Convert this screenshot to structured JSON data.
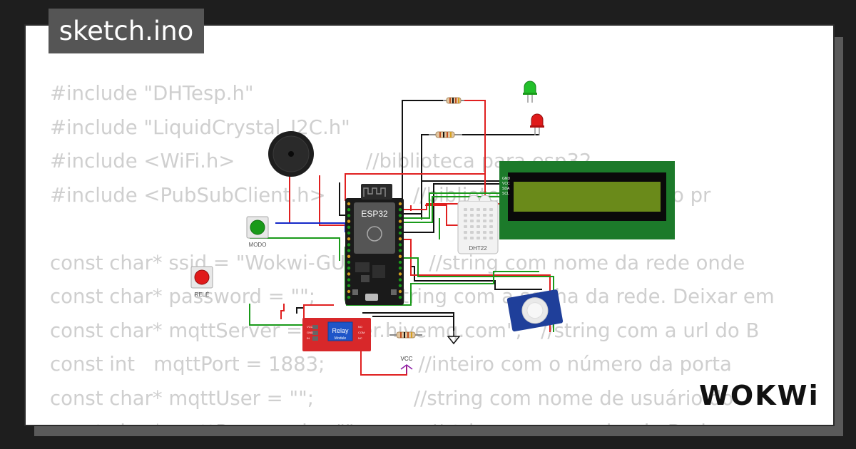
{
  "title": "sketch.ino",
  "logo_text": "WOKWi",
  "code_lines": [
    "#include \"DHTesp.h\"",
    "#include \"LiquidCrystal_I2C.h\"",
    "#include <WiFi.h>                     //biblioteca para esp32",
    "#include <PubSubClient.h>              //biblioteca com funções do pr",
    "",
    "const char* ssid = \"Wokwi-GUEST\";     //string com nome da rede onde",
    "const char* password = \"\";          //string com a senha da rede. Deixar em",
    "const char* mqttServer = \"broker.hivemq.com\";   //string com a url do B",
    "const int   mqttPort = 1883;               //inteiro com o número da porta",
    "const char* mqttUser = \"\";                //string com nome de usuário do",
    "const char* mqttPassword = \"\";           //string com a senha do Broker"
  ],
  "components": {
    "esp32_label": "ESP32",
    "button_modo_label": "MODO",
    "button_rele_label": "RELÉ",
    "relay_label": "Relay",
    "relay_sub_label": "Module",
    "relay_pins": [
      "VCC",
      "GND",
      "IN"
    ],
    "relay_contacts": [
      "NO",
      "COM",
      "NC"
    ],
    "dht_label": "DHT22",
    "vcc_label": "VCC",
    "lcd_pins": [
      "GND",
      "VCC",
      "SDA",
      "SCL"
    ]
  },
  "colors": {
    "wire_red": "#e02020",
    "wire_black": "#111111",
    "wire_green": "#1a9a1a",
    "wire_blue": "#1428c8",
    "lcd_green": "#1c7a2a",
    "lcd_screen": "#6a8a1a",
    "led_green": "#22c02a",
    "led_red": "#e01a1a",
    "relay_red": "#d8282a",
    "vcc_purple": "#8a1aa6"
  }
}
